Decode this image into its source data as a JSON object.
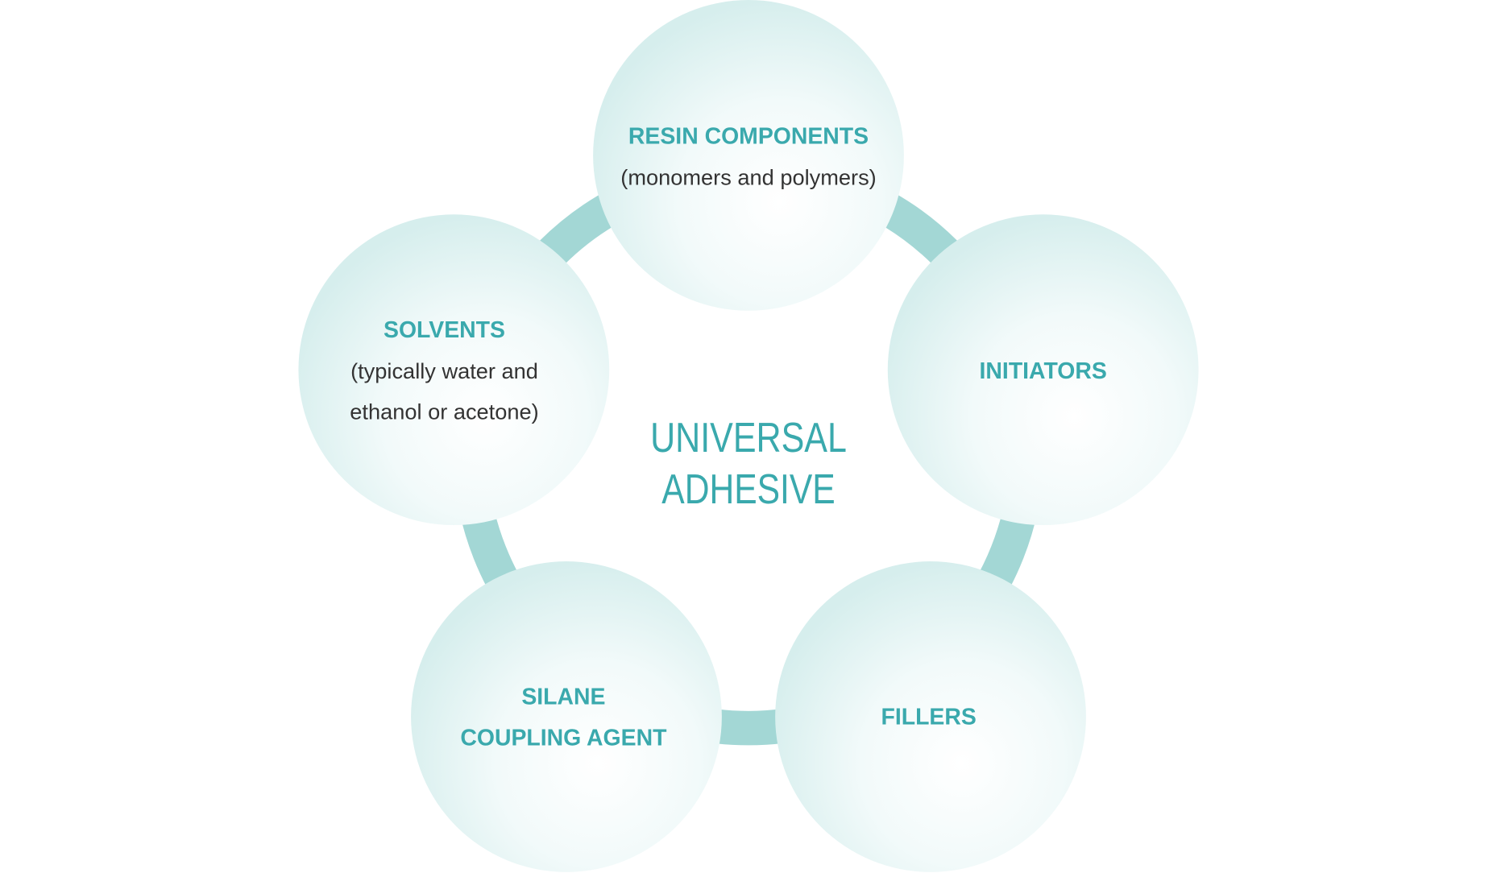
{
  "center": {
    "line1": "UNIVERSAL",
    "line2": "ADHESIVE"
  },
  "nodes": [
    {
      "title": "RESIN COMPONENTS",
      "subtitle1": "(monomers and polymers)"
    },
    {
      "title": "INITIATORS"
    },
    {
      "title": "FILLERS"
    },
    {
      "title1": "SILANE",
      "title2": "COUPLING AGENT"
    },
    {
      "title": "SOLVENTS",
      "subtitle1": "(typically water and",
      "subtitle2": "ethanol or acetone)"
    }
  ],
  "colors": {
    "accent": "#3aa9ad",
    "ring": "#a3d7d5",
    "bubble_edge": "#d6eeed"
  }
}
